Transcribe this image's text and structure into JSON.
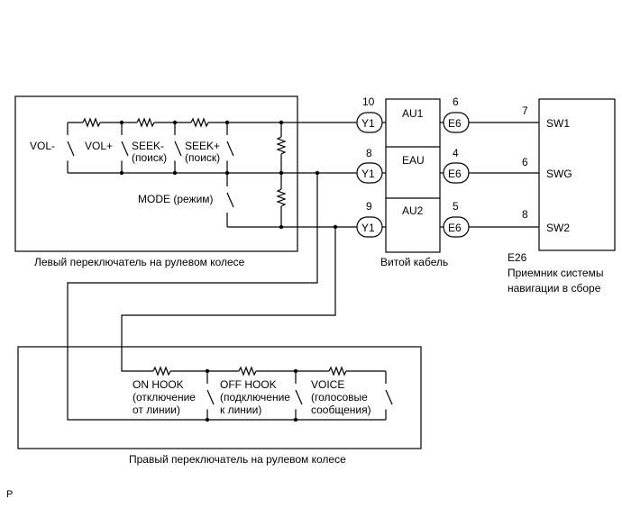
{
  "left_switch": {
    "caption": "Левый переключатель на рулевом колесе",
    "vol_minus": "VOL-",
    "vol_plus": "VOL+",
    "seek_minus": "SEEK-",
    "seek_minus_ru": "(поиск)",
    "seek_plus": "SEEK+",
    "seek_plus_ru": "(поиск)",
    "mode": "MODE (режим)"
  },
  "spiral_cable": {
    "caption": "Витой кабель",
    "left_connector": "Y1",
    "right_connector": "E6",
    "rows": [
      {
        "left_pin": "10",
        "label": "AU1",
        "right_pin": "6"
      },
      {
        "left_pin": "8",
        "label": "EAU",
        "right_pin": "4"
      },
      {
        "left_pin": "9",
        "label": "AU2",
        "right_pin": "5"
      }
    ]
  },
  "receiver": {
    "code": "E26",
    "caption_line1": "Приемник системы",
    "caption_line2": "навигации в сборе",
    "pins": [
      {
        "pin": "7",
        "label": "SW1"
      },
      {
        "pin": "6",
        "label": "SWG"
      },
      {
        "pin": "8",
        "label": "SW2"
      }
    ]
  },
  "right_switch": {
    "caption": "Правый переключатель на рулевом колесе",
    "on_hook_1": "ON HOOK",
    "on_hook_2": "(отключение",
    "on_hook_3": "от линии)",
    "off_hook_1": "OFF HOOK",
    "off_hook_2": "(подключение",
    "off_hook_3": "к линии)",
    "voice_1": "VOICE",
    "voice_2": "(голосовые",
    "voice_3": "сообщения)"
  },
  "corner_mark": "P"
}
